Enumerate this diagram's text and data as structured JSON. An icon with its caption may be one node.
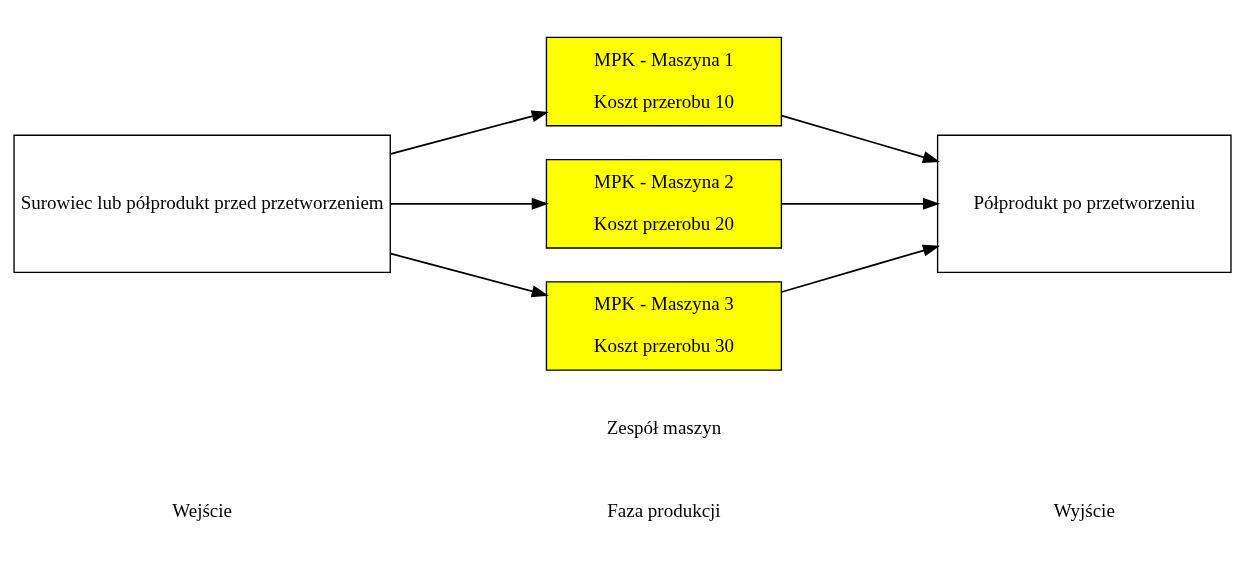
{
  "diagram": {
    "nodes": [
      {
        "text": [
          "Surowiec lub półprodukt przed przetworzeniem"
        ]
      },
      {
        "text": [
          "MPK - Maszyna 1",
          "Koszt przerobu 10"
        ]
      },
      {
        "text": [
          "MPK - Maszyna 2",
          "Koszt przerobu 20"
        ]
      },
      {
        "text": [
          "MPK - Maszyna 3",
          "Koszt przerobu 30"
        ]
      },
      {
        "text": [
          "Półprodukt po przetworzeniu"
        ]
      }
    ],
    "edges": [
      {
        "from": 0,
        "to": 1,
        "arrow": "to"
      },
      {
        "from": 0,
        "to": 2,
        "arrow": "to"
      },
      {
        "from": 0,
        "to": 3,
        "arrow": "to"
      },
      {
        "from": 1,
        "to": 4,
        "arrow": "to"
      },
      {
        "from": 2,
        "to": 4,
        "arrow": "to"
      },
      {
        "from": 3,
        "to": 4,
        "arrow": "to"
      }
    ],
    "labels": [
      "Wejście",
      "Faza produkcji",
      "Wyjście",
      "Zespół maszyn"
    ]
  }
}
